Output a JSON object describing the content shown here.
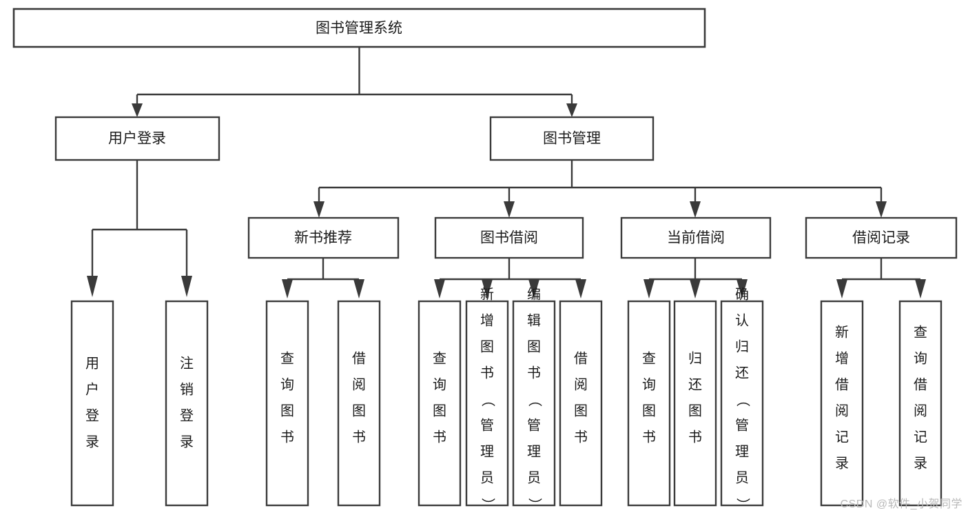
{
  "diagram": {
    "title": "图书管理系统",
    "type": "tree",
    "orientation": "top-down",
    "colors": {
      "box_stroke": "#3a3a3a",
      "box_fill": "#ffffff",
      "connector": "#3a3a3a",
      "label": "#1b1b1b",
      "background": "#ffffff",
      "watermark": "#b9b9b9"
    },
    "watermark": "CSDN @软件_小贺同学",
    "nodes": {
      "root": {
        "label": "图书管理系统"
      },
      "level2": [
        {
          "id": "user-login",
          "label": "用户登录"
        },
        {
          "id": "book-manage",
          "label": "图书管理"
        }
      ],
      "level3": [
        {
          "id": "new-book-recommend",
          "label": "新书推荐"
        },
        {
          "id": "book-borrow",
          "label": "图书借阅"
        },
        {
          "id": "current-borrow",
          "label": "当前借阅"
        },
        {
          "id": "borrow-record",
          "label": "借阅记录"
        }
      ],
      "leaves": {
        "user-login": [
          {
            "id": "leaf-user-login",
            "label": "用户登录"
          },
          {
            "id": "leaf-logout-login",
            "label": "注销登录"
          }
        ],
        "new-book-recommend": [
          {
            "id": "leaf-query-book-1",
            "label": "查询图书"
          },
          {
            "id": "leaf-borrow-book-1",
            "label": "借阅图书"
          }
        ],
        "book-borrow": [
          {
            "id": "leaf-query-book-2",
            "label": "查询图书"
          },
          {
            "id": "leaf-add-book",
            "label": "新增图书（管理员）"
          },
          {
            "id": "leaf-edit-book",
            "label": "编辑图书（管理员）"
          },
          {
            "id": "leaf-borrow-book-2",
            "label": "借阅图书"
          }
        ],
        "current-borrow": [
          {
            "id": "leaf-query-book-3",
            "label": "查询图书"
          },
          {
            "id": "leaf-return-book",
            "label": "归还图书"
          },
          {
            "id": "leaf-confirm-return",
            "label": "确认归还（管理员）"
          }
        ],
        "borrow-record": [
          {
            "id": "leaf-add-record",
            "label": "新增借阅记录"
          },
          {
            "id": "leaf-query-record",
            "label": "查询借阅记录"
          }
        ]
      }
    }
  }
}
